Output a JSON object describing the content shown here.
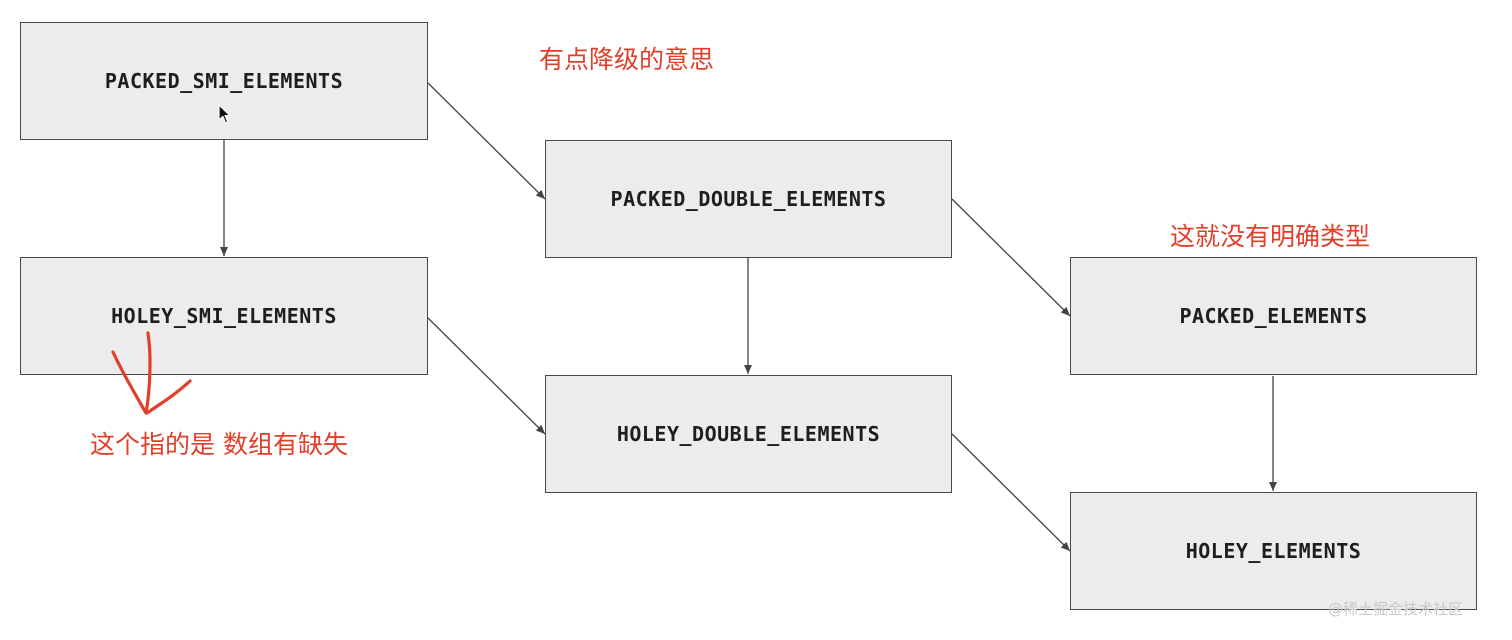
{
  "nodes": {
    "packed_smi": "PACKED_SMI_ELEMENTS",
    "holey_smi": "HOLEY_SMI_ELEMENTS",
    "packed_double": "PACKED_DOUBLE_ELEMENTS",
    "holey_double": "HOLEY_DOUBLE_ELEMENTS",
    "packed": "PACKED_ELEMENTS",
    "holey": "HOLEY_ELEMENTS"
  },
  "annotations": {
    "downgrade": "有点降级的意思",
    "no_explicit_type": "这就没有明确类型",
    "holey_meaning": "这个指的是 数组有缺失"
  },
  "watermark": "@稀土掘金技术社区",
  "colors": {
    "annotation": "#e0402a",
    "node_fill": "#ececec",
    "node_border": "#4a4a4a",
    "edge": "#444444",
    "watermark": "#c8c8c8"
  },
  "icons": {
    "cursor": "mouse-pointer-icon",
    "handwritten_mark": "checkmark-scribble-icon"
  }
}
